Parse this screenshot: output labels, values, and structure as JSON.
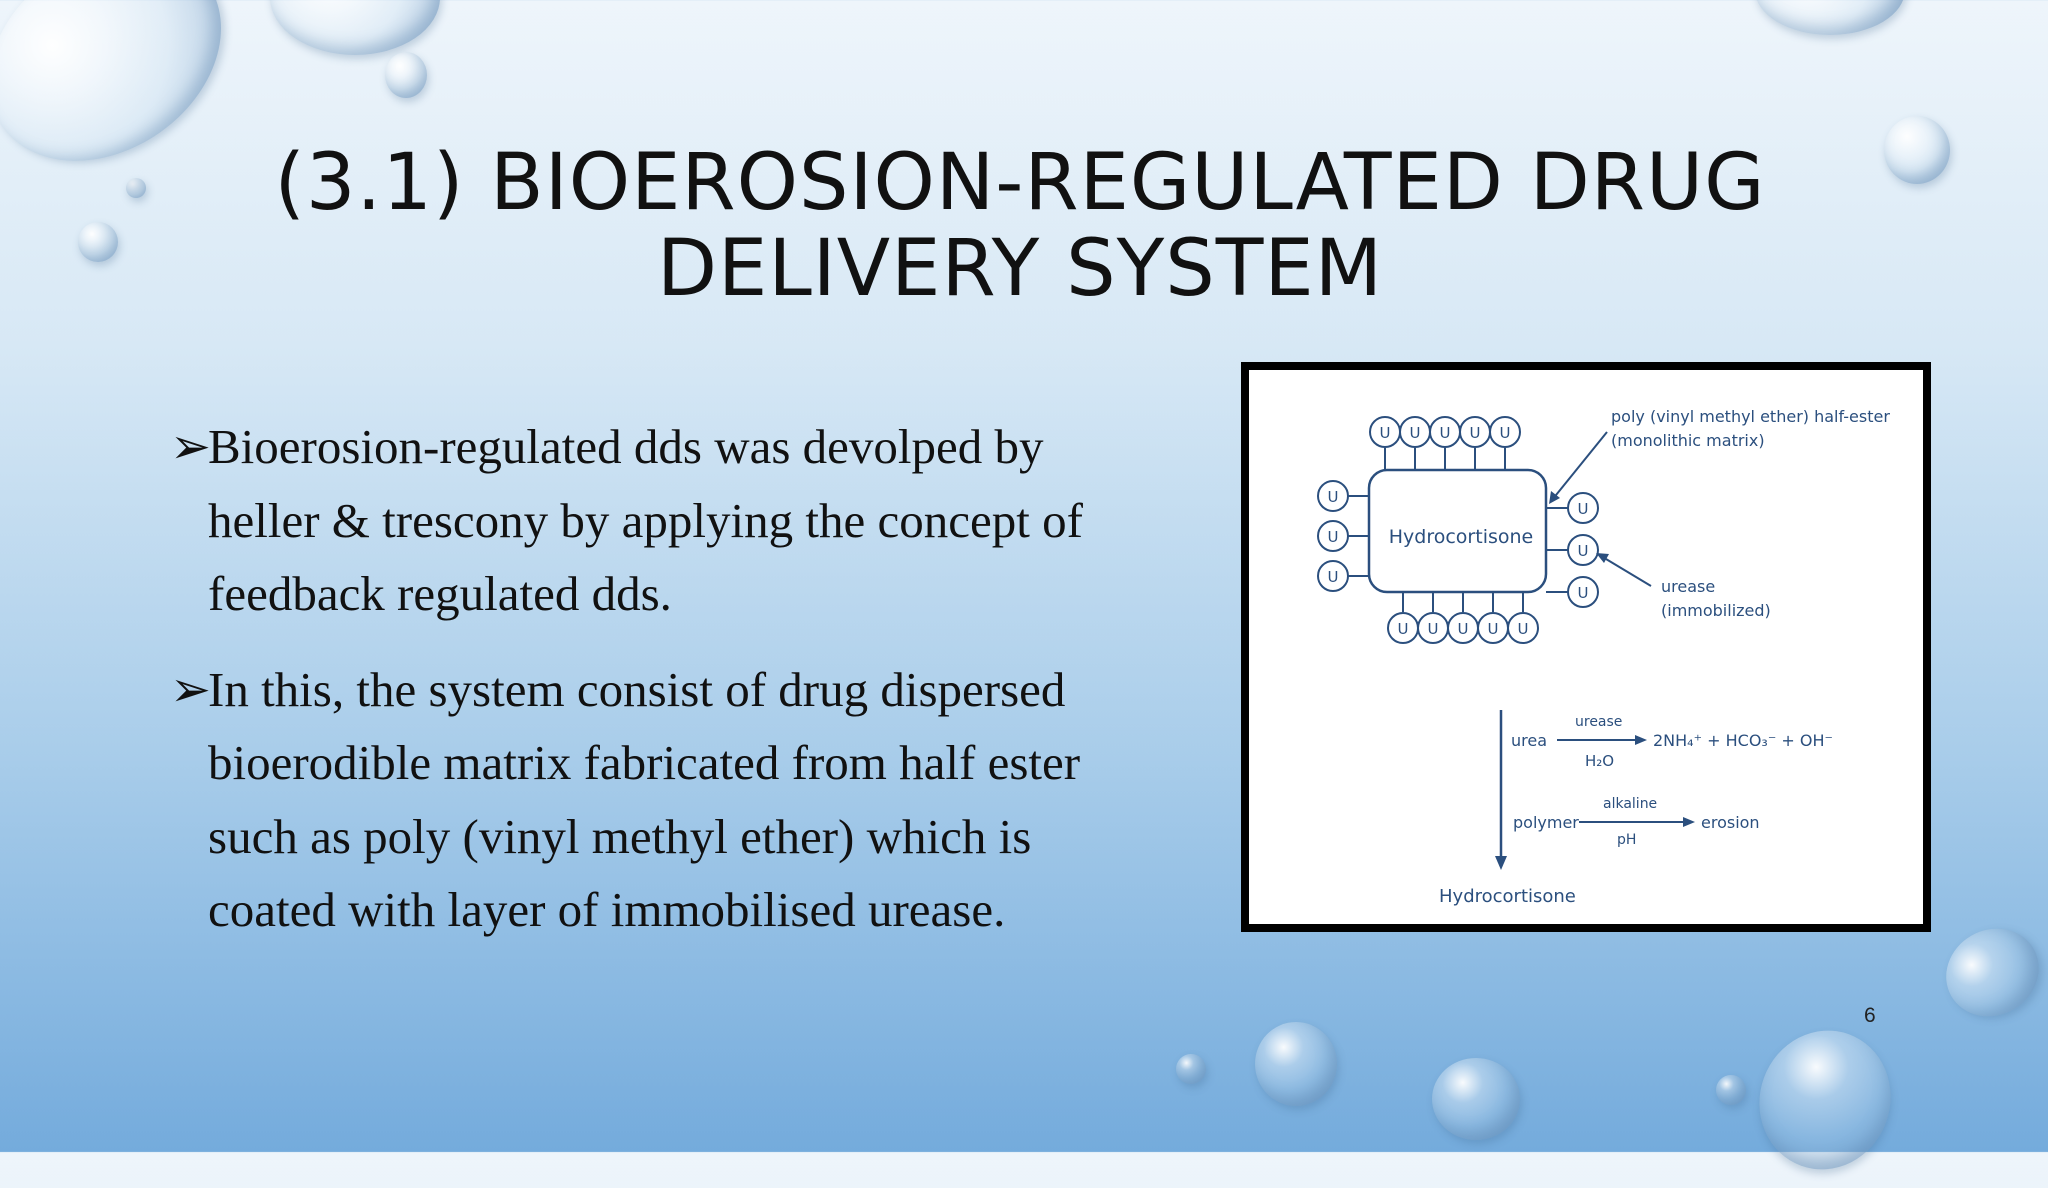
{
  "slide": {
    "title_line1": "(3.1) BIOEROSION-REGULATED DRUG",
    "title_line2": "DELIVERY SYSTEM",
    "bullet_marker": "➢",
    "bullets": [
      "Bioerosion-regulated dds was devolped by heller & trescony  by applying the concept of feedback regulated dds.",
      "In this, the system consist of drug dispersed bioerodible matrix fabricated from half ester such as poly (vinyl methyl ether) which is coated with layer of immobilised urease."
    ],
    "page_number": "6"
  },
  "figure": {
    "unit_symbol": "U",
    "core_label": "Hydrocortisone",
    "matrix_label_1": "poly (vinyl methyl ether) half-ester",
    "matrix_label_2": "(monolithic matrix)",
    "urease_label_1": "urease",
    "urease_label_2": "(immobilized)",
    "reaction1_reactant": "urea",
    "reaction1_enzyme": "urease",
    "reaction1_water": "H₂O",
    "reaction1_products": "2NH₄⁺ + HCO₃⁻ + OH⁻",
    "reaction2_reactant": "polymer",
    "reaction2_condition_top": "alkaline",
    "reaction2_condition_bottom": "pH",
    "reaction2_product": "erosion",
    "release_label": "Hydrocortisone"
  },
  "colors": {
    "diagram_ink": "#2b4f7e",
    "text": "#111111"
  }
}
